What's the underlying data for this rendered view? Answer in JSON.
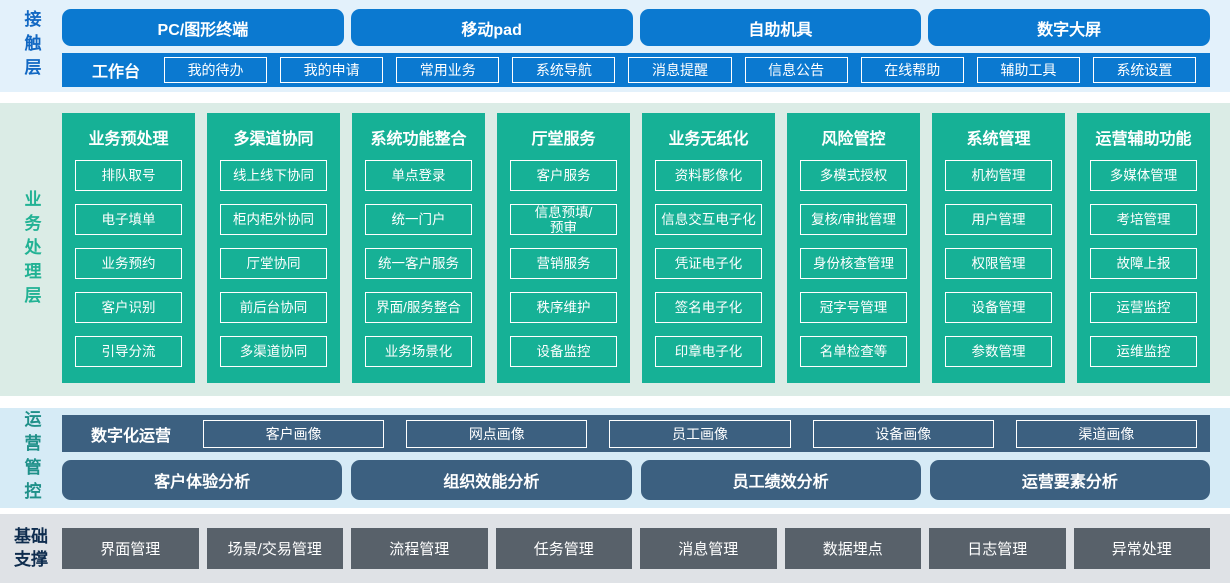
{
  "contact": {
    "label": "接触层",
    "channels": [
      "PC/图形终端",
      "移动pad",
      "自助机具",
      "数字大屏"
    ],
    "workbench": {
      "label": "工作台",
      "items": [
        "我的待办",
        "我的申请",
        "常用业务",
        "系统导航",
        "消息提醒",
        "信息公告",
        "在线帮助",
        "辅助工具",
        "系统设置"
      ]
    }
  },
  "business": {
    "label": "业务处理层",
    "columns": [
      {
        "title": "业务预处理",
        "items": [
          "排队取号",
          "电子填单",
          "业务预约",
          "客户识别",
          "引导分流"
        ]
      },
      {
        "title": "多渠道协同",
        "items": [
          "线上线下协同",
          "柜内柜外协同",
          "厅堂协同",
          "前后台协同",
          "多渠道协同"
        ]
      },
      {
        "title": "系统功能整合",
        "items": [
          "单点登录",
          "统一门户",
          "统一客户服务",
          "界面/服务整合",
          "业务场景化"
        ]
      },
      {
        "title": "厅堂服务",
        "items": [
          "客户服务",
          "信息预填/\n预审",
          "营销服务",
          "秩序维护",
          "设备监控"
        ]
      },
      {
        "title": "业务无纸化",
        "items": [
          "资料影像化",
          "信息交互电子化",
          "凭证电子化",
          "签名电子化",
          "印章电子化"
        ]
      },
      {
        "title": "风险管控",
        "items": [
          "多模式授权",
          "复核/审批管理",
          "身份核查管理",
          "冠字号管理",
          "名单检查等"
        ]
      },
      {
        "title": "系统管理",
        "items": [
          "机构管理",
          "用户管理",
          "权限管理",
          "设备管理",
          "参数管理"
        ]
      },
      {
        "title": "运营辅助功能",
        "items": [
          "多媒体管理",
          "考培管理",
          "故障上报",
          "运营监控",
          "运维监控"
        ]
      }
    ]
  },
  "operations": {
    "label": "运营管控",
    "digital_ops": {
      "label": "数字化运营",
      "items": [
        "客户画像",
        "网点画像",
        "员工画像",
        "设备画像",
        "渠道画像"
      ]
    },
    "analysis": [
      "客户体验分析",
      "组织效能分析",
      "员工绩效分析",
      "运营要素分析"
    ]
  },
  "foundation": {
    "label": "基础支撑",
    "items": [
      "界面管理",
      "场景/交易管理",
      "流程管理",
      "任务管理",
      "消息管理",
      "数据埋点",
      "日志管理",
      "异常处理"
    ]
  },
  "colors": {
    "accent_blue": "#0b79d0",
    "accent_green": "#16b196",
    "accent_slate": "#3c6080",
    "accent_gray": "#58616a",
    "band_contact_bg": "#e3f1fb",
    "band_business_bg": "#dbece6",
    "band_operations_bg": "#d6ebf6",
    "band_foundation_bg": "#dfe2e6"
  }
}
